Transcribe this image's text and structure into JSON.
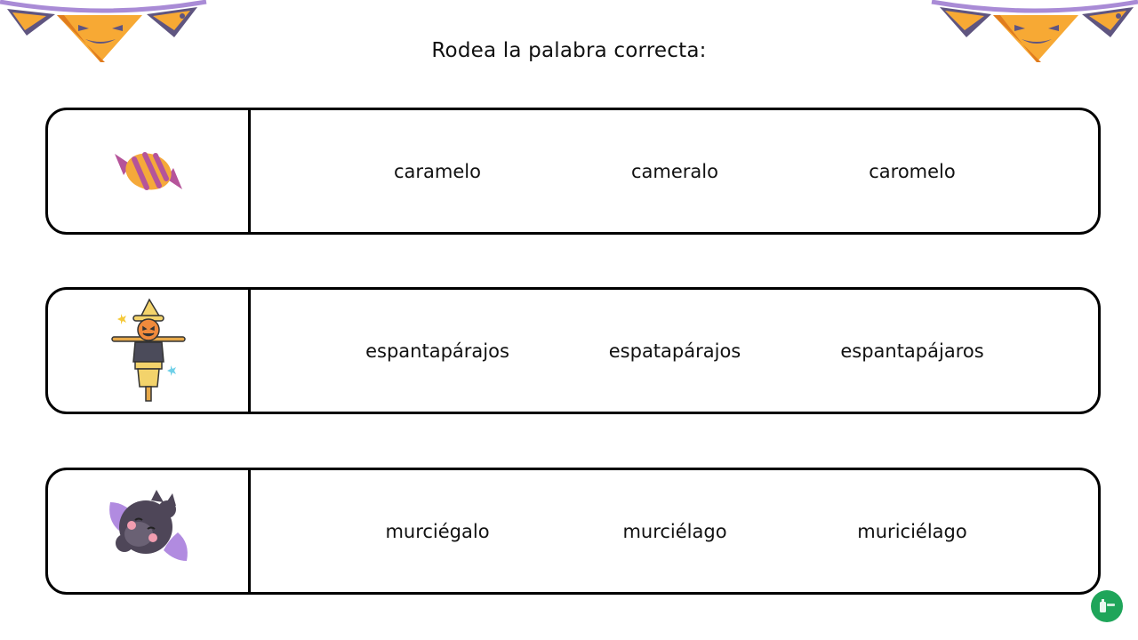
{
  "title": "Rodea la palabra correcta:",
  "rows": [
    {
      "image": "candy-icon",
      "options": [
        "caramelo",
        "cameralo",
        "caromelo"
      ]
    },
    {
      "image": "scarecrow-icon",
      "options": [
        "espantapárajos",
        "espatapárajos",
        "espantapájaros"
      ]
    },
    {
      "image": "bat-icon",
      "options": [
        "murciégalo",
        "murciélago",
        "muriciélago"
      ]
    }
  ],
  "colors": {
    "garland_orange": "#f7a934",
    "garland_purple": "#6a5d8a",
    "garland_string": "#a98bd6",
    "badge_green": "#1fa55a"
  }
}
